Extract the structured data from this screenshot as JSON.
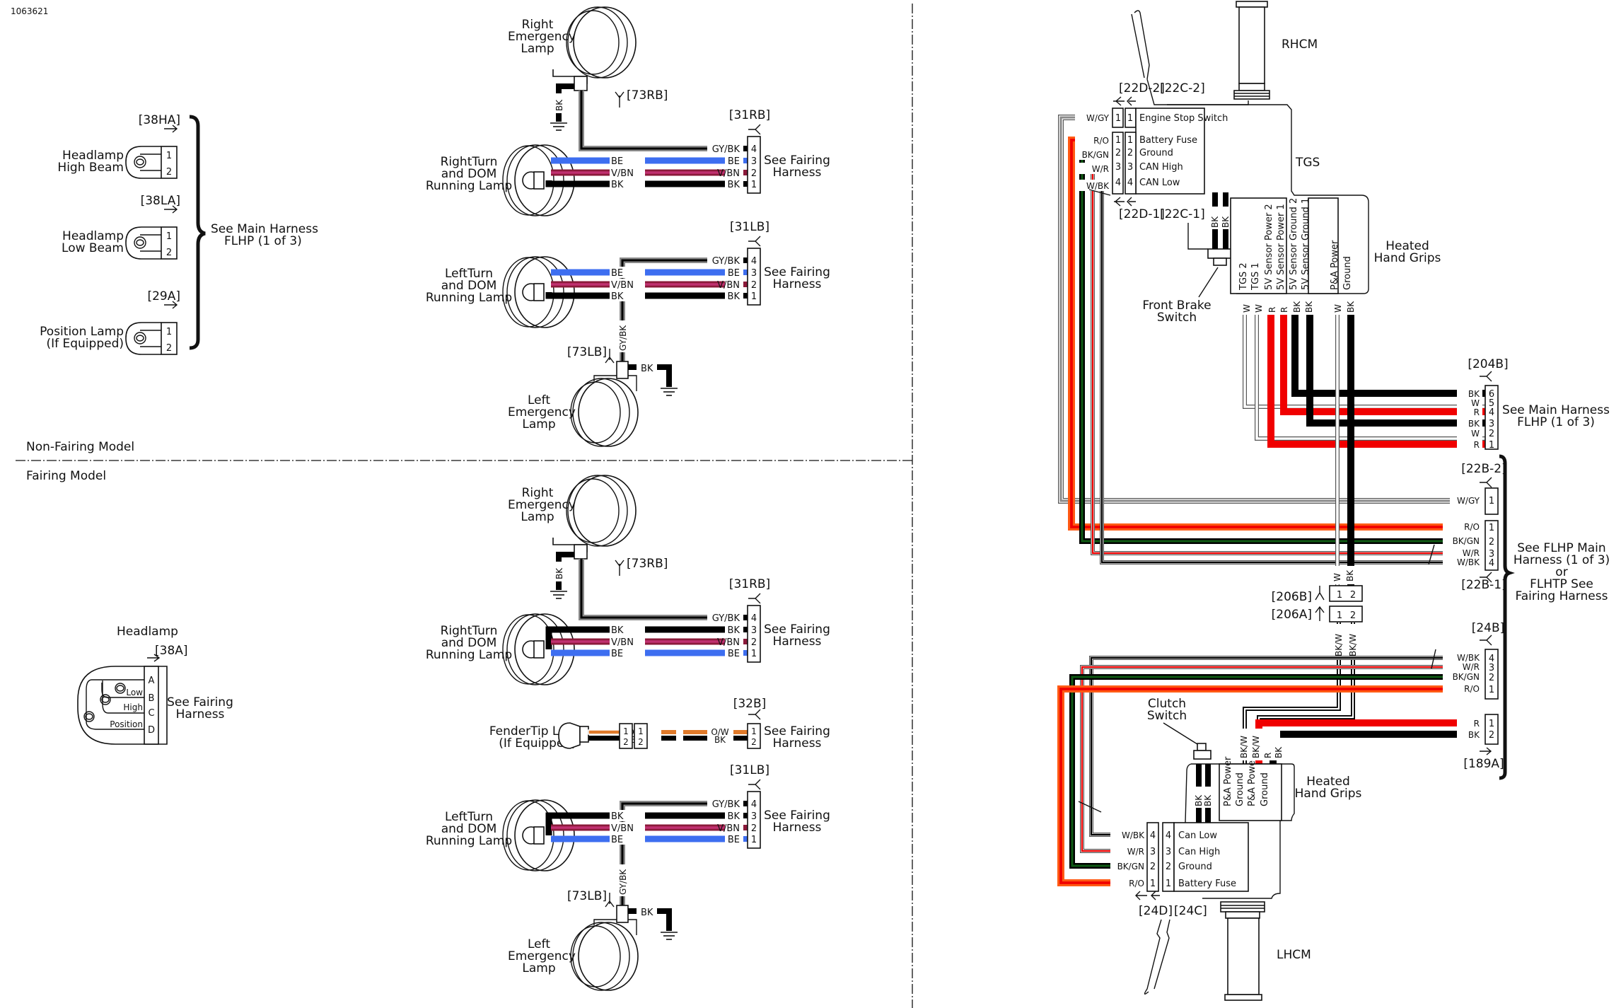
{
  "doc_id": "1063621",
  "sections": {
    "non_fairing": "Non-Fairing Model",
    "fairing": "Fairing Model"
  },
  "colors": {
    "BK": "#000000",
    "BE": "#3d6ef0",
    "VBN": "#8b1a3a",
    "GY": "#8a8a8a",
    "R": "#f00000",
    "O": "#ff5a14",
    "GN": "#0f5a14",
    "W": "#ffffff",
    "OW": "#e07a2a"
  },
  "non_fairing": {
    "headlamp_connectors": [
      {
        "id": "[38HA]",
        "label1": "Headlamp",
        "label2": "High Beam",
        "pins": [
          "1",
          "2"
        ]
      },
      {
        "id": "[38LA]",
        "label1": "Headlamp",
        "label2": "Low Beam",
        "pins": [
          "1",
          "2"
        ]
      },
      {
        "id": "[29A]",
        "label1": "Position Lamp",
        "label2": "(If Equipped)",
        "pins": [
          "1",
          "2"
        ]
      }
    ],
    "brace_note1": "See Main Harness",
    "brace_note2": "FLHP (1 of 3)",
    "right_emergency": {
      "l1": "Right",
      "l2": "Emergency",
      "l3": "Lamp",
      "conn": "[73RB]",
      "ground_wire": "BK"
    },
    "right_turn": {
      "l1": "RightTurn",
      "l2": "and DOM",
      "l3": "Running Lamp",
      "conn": "[31RB]",
      "wires": [
        {
          "pin": "4",
          "color": "GY/BK"
        },
        {
          "pin": "3",
          "color": "BE"
        },
        {
          "pin": "2",
          "color": "V/BN"
        },
        {
          "pin": "1",
          "color": "BK"
        }
      ],
      "note1": "See Fairing",
      "note2": "Harness"
    },
    "left_turn": {
      "l1": "LeftTurn",
      "l2": "and DOM",
      "l3": "Running Lamp",
      "conn": "[31LB]",
      "wires": [
        {
          "pin": "4",
          "color": "GY/BK"
        },
        {
          "pin": "3",
          "color": "BE"
        },
        {
          "pin": "2",
          "color": "V/BN"
        },
        {
          "pin": "1",
          "color": "BK"
        }
      ],
      "note1": "See Fairing",
      "note2": "Harness"
    },
    "left_emergency": {
      "l1": "Left",
      "l2": "Emergency",
      "l3": "Lamp",
      "conn": "[73LB]",
      "feed_wire": "GY/BK",
      "ground_wire": "BK"
    }
  },
  "fairing": {
    "headlamp": {
      "title": "Headlamp",
      "conn": "[38A]",
      "pins": [
        "A",
        "B",
        "C",
        "D"
      ],
      "lamps": [
        "Low",
        "High",
        "Position"
      ],
      "note1": "See Fairing",
      "note2": "Harness"
    },
    "right_emergency": {
      "l1": "Right",
      "l2": "Emergency",
      "l3": "Lamp",
      "conn": "[73RB]",
      "ground_wire": "BK"
    },
    "right_turn": {
      "l1": "RightTurn",
      "l2": "and DOM",
      "l3": "Running Lamp",
      "conn": "[31RB]",
      "wires": [
        {
          "pin": "4",
          "color": "GY/BK"
        },
        {
          "pin": "3",
          "color": "BK"
        },
        {
          "pin": "2",
          "color": "V/BN"
        },
        {
          "pin": "1",
          "color": "BE"
        }
      ],
      "note1": "See Fairing",
      "note2": "Harness"
    },
    "fender_tip": {
      "l1": "FenderTip Lamp",
      "l2": "(If Equipped)",
      "conn": "[32B]",
      "wire1": "O/W",
      "wire2": "BK",
      "pins": [
        "1",
        "2"
      ],
      "note1": "See Fairing",
      "note2": "Harness"
    },
    "left_turn": {
      "l1": "LeftTurn",
      "l2": "and DOM",
      "l3": "Running Lamp",
      "conn": "[31LB]",
      "wires": [
        {
          "pin": "4",
          "color": "GY/BK"
        },
        {
          "pin": "3",
          "color": "BK"
        },
        {
          "pin": "2",
          "color": "V/BN"
        },
        {
          "pin": "1",
          "color": "BE"
        }
      ],
      "note1": "See Fairing",
      "note2": "Harness"
    },
    "left_emergency": {
      "l1": "Left",
      "l2": "Emergency",
      "l3": "Lamp",
      "conn": "[73LB]",
      "feed_wire": "GY/BK",
      "ground_wire": "BK"
    }
  },
  "right_panel": {
    "rhcm": "RHCM",
    "lhcm": "LHCM",
    "tgs": "TGS",
    "conn_22d2": "[22D-2]",
    "conn_22c2": "[22C-2]",
    "conn_22d1": "[22D-1]",
    "conn_22c1": "[22C-1]",
    "engine_stop": {
      "pin": "1",
      "label": "Engine Stop Switch",
      "wire": "W/GY"
    },
    "tgs_pins": [
      {
        "pin": "1",
        "label": "Battery Fuse",
        "wire": "R/O"
      },
      {
        "pin": "2",
        "label": "Ground",
        "wire": "BK/GN"
      },
      {
        "pin": "3",
        "label": "CAN High",
        "wire": "W/R"
      },
      {
        "pin": "4",
        "label": "CAN Low",
        "wire": "W/BK"
      }
    ],
    "front_brake": {
      "l1": "Front Brake",
      "l2": "Switch",
      "wires": [
        "BK",
        "BK"
      ]
    },
    "heated_top": {
      "l1": "Heated",
      "l2": "Hand Grips",
      "terminals": [
        {
          "label": "TGS 2",
          "wire": "W"
        },
        {
          "label": "TGS 1",
          "wire": "W"
        },
        {
          "label": "5V Sensor Power 2",
          "wire": "R"
        },
        {
          "label": "5V Sensor Power 1",
          "wire": "R"
        },
        {
          "label": "5V Sensor Ground 2",
          "wire": "BK"
        },
        {
          "label": "5V Sensor Ground 1",
          "wire": "BK"
        },
        {
          "label": "P&A Power",
          "wire": "W"
        },
        {
          "label": "Ground",
          "wire": "BK"
        }
      ]
    },
    "c204b": {
      "conn": "[204B]",
      "note1": "See Main Harness",
      "note2": "FLHP (1 of 3)",
      "pins": [
        {
          "pin": "6",
          "wire": "BK"
        },
        {
          "pin": "5",
          "wire": "W"
        },
        {
          "pin": "4",
          "wire": "R"
        },
        {
          "pin": "3",
          "wire": "BK"
        },
        {
          "pin": "2",
          "wire": "W"
        },
        {
          "pin": "1",
          "wire": "R"
        }
      ]
    },
    "c22b2": {
      "conn": "[22B-2]",
      "pins": [
        {
          "pin": "1",
          "wire": "W/GY"
        }
      ]
    },
    "c22b1": {
      "conn": "[22B-1]",
      "pins": [
        {
          "pin": "1",
          "wire": "R/O"
        },
        {
          "pin": "2",
          "wire": "BK/GN"
        },
        {
          "pin": "3",
          "wire": "W/R"
        },
        {
          "pin": "4",
          "wire": "W/BK"
        }
      ]
    },
    "brace_note": [
      "See FLHP Main",
      "Harness (1 of 3)",
      "or",
      "FLHTP See",
      "Fairing Harness"
    ],
    "c206b": {
      "conn": "[206B]",
      "pins": [
        "1",
        "2"
      ],
      "wires": [
        "W",
        "BK"
      ]
    },
    "c206a": {
      "conn": "[206A]",
      "pins": [
        "1",
        "2"
      ],
      "wires": [
        "BK/W",
        "BK/W"
      ]
    },
    "c24b": {
      "conn": "[24B]",
      "pins": [
        {
          "pin": "4",
          "wire": "W/BK"
        },
        {
          "pin": "3",
          "wire": "W/R"
        },
        {
          "pin": "2",
          "wire": "BK/GN"
        },
        {
          "pin": "1",
          "wire": "R/O"
        }
      ]
    },
    "c189a": {
      "conn": "[189A]",
      "pins": [
        {
          "pin": "1",
          "wire": "R"
        },
        {
          "pin": "2",
          "wire": "BK"
        }
      ]
    },
    "clutch": {
      "l1": "Clutch",
      "l2": "Switch",
      "wires": [
        "BK",
        "BK"
      ]
    },
    "heated_bottom": {
      "l1": "Heated",
      "l2": "Hand Grips",
      "terminals": [
        {
          "label": "P&A Power",
          "wire": "BK/W"
        },
        {
          "label": "Ground",
          "wire": "BK/W"
        },
        {
          "label": "P&A Power",
          "wire": "R"
        },
        {
          "label": "Ground",
          "wire": "BK"
        }
      ]
    },
    "conn_24d": "[24D]",
    "conn_24c": "[24C]",
    "lhcm_pins": [
      {
        "pin": "4",
        "label": "Can Low",
        "wire": "W/BK"
      },
      {
        "pin": "3",
        "label": "Can High",
        "wire": "W/R"
      },
      {
        "pin": "2",
        "label": "Ground",
        "wire": "BK/GN"
      },
      {
        "pin": "1",
        "label": "Battery Fuse",
        "wire": "R/O"
      }
    ]
  }
}
